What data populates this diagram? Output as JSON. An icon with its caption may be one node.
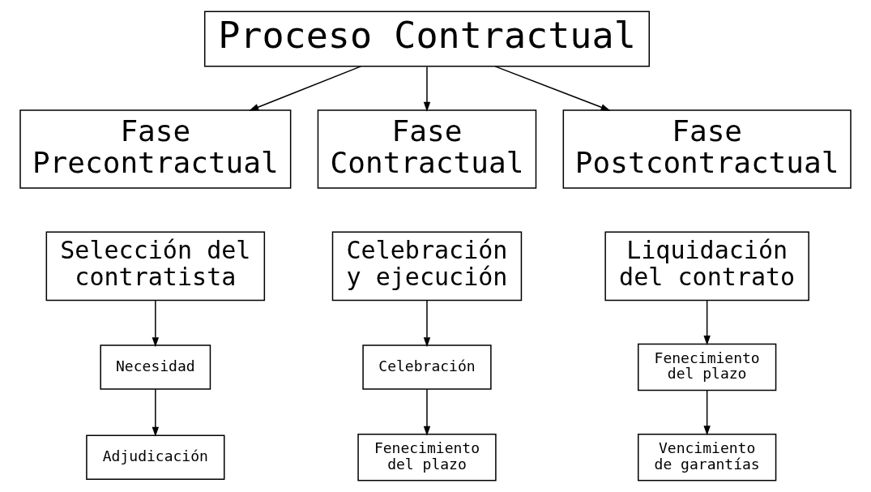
{
  "diagram": {
    "nodes": [
      {
        "text": [
          "Proceso Contractual"
        ]
      },
      {
        "text": [
          "Fase Precontractual"
        ]
      },
      {
        "text": [
          "Fase Contractual"
        ]
      },
      {
        "text": [
          "Fase Postcontractual"
        ]
      },
      {
        "text": [
          "Selección del contratista"
        ]
      },
      {
        "text": [
          "Celebración y ejecución"
        ]
      },
      {
        "text": [
          "Liquidación del contrato"
        ]
      },
      {
        "text": [
          "Necesidad"
        ]
      },
      {
        "text": [
          "Adjudicación"
        ]
      },
      {
        "text": [
          "Celebración"
        ]
      },
      {
        "text": [
          "Fenecimiento del plazo"
        ]
      },
      {
        "text": [
          "Fenecimiento del plazo"
        ]
      },
      {
        "text": [
          "Vencimiento de garantías"
        ]
      }
    ],
    "edges": [
      {
        "from": 0,
        "to": 1,
        "arrow": "to"
      },
      {
        "from": 0,
        "to": 2,
        "arrow": "to"
      },
      {
        "from": 0,
        "to": 3,
        "arrow": "to"
      },
      {
        "from": 4,
        "to": 7,
        "arrow": "to"
      },
      {
        "from": 7,
        "to": 8,
        "arrow": "to"
      },
      {
        "from": 5,
        "to": 9,
        "arrow": "to"
      },
      {
        "from": 9,
        "to": 10,
        "arrow": "to"
      },
      {
        "from": 6,
        "to": 11,
        "arrow": "to"
      },
      {
        "from": 11,
        "to": 12,
        "arrow": "to"
      }
    ]
  }
}
